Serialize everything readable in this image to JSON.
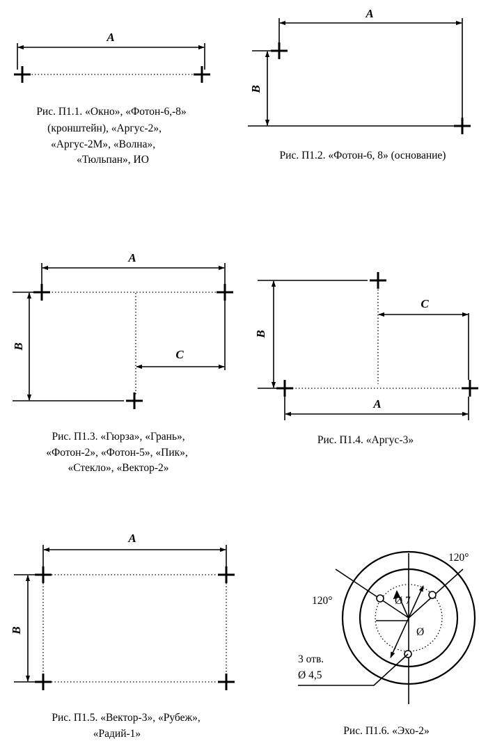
{
  "figures": [
    {
      "id": "p1-1",
      "dimension_labels": {
        "a": "A"
      },
      "caption_lines": [
        "Рис. П1.1. «Окно», «Фотон-6,-8»",
        "(кронштейн), «Аргус-2»,",
        "«Аргус-2М», «Волна»,",
        "«Тюльпан», ИО"
      ]
    },
    {
      "id": "p1-2",
      "dimension_labels": {
        "a": "A",
        "b": "B"
      },
      "caption_lines": [
        "Рис. П1.2. «Фотон-6, 8» (основание)"
      ]
    },
    {
      "id": "p1-3",
      "dimension_labels": {
        "a": "A",
        "b": "B",
        "c": "C"
      },
      "caption_lines": [
        "Рис. П1.3. «Гюрза», «Грань»,",
        "«Фотон-2», «Фотон-5», «Пик»,",
        "«Стекло», «Вектор-2»"
      ]
    },
    {
      "id": "p1-4",
      "dimension_labels": {
        "a": "A",
        "b": "B",
        "c": "C"
      },
      "caption_lines": [
        "Рис. П1.4. «Аргус-3»"
      ]
    },
    {
      "id": "p1-5",
      "dimension_labels": {
        "a": "A",
        "b": "B"
      },
      "caption_lines": [
        "Рис. П1.5. «Вектор-3», «Рубеж»,",
        "«Радий-1»"
      ]
    },
    {
      "id": "p1-6",
      "angle_labels": [
        "120°",
        "120°"
      ],
      "diameter_labels": {
        "bolt_circle": "Ø 7",
        "center": "Ø"
      },
      "holes_note": [
        "3 отв.",
        "Ø 4,5"
      ],
      "caption_lines": [
        "Рис. П1.6. «Эхо-2»"
      ]
    }
  ]
}
